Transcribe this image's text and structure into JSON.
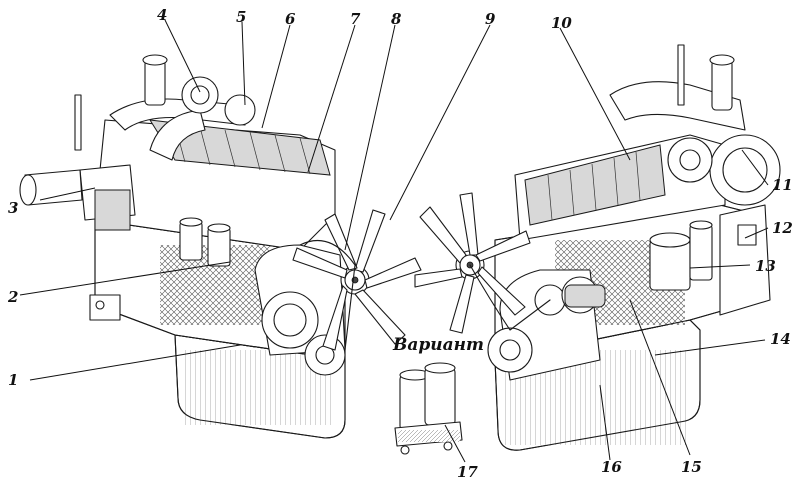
{
  "variant_label": "Вариант",
  "callouts": [
    "1",
    "2",
    "3",
    "4",
    "5",
    "6",
    "7",
    "8",
    "9",
    "10",
    "11",
    "12",
    "13",
    "14",
    "15",
    "16",
    "17"
  ]
}
